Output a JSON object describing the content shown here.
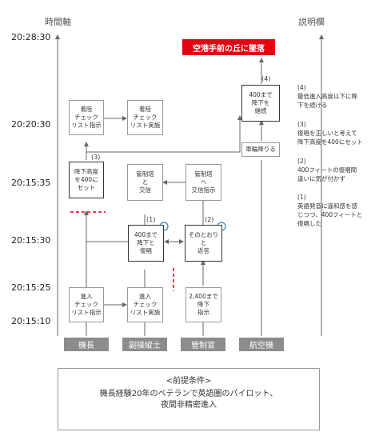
{
  "axis_left_title": "時間軸",
  "axis_right_title": "説明欄",
  "times": [
    "20:28:30",
    "20:20:30",
    "20:15:35",
    "20:15:30",
    "20:15:25",
    "20:15:10"
  ],
  "crash_banner": "空港手前の丘に墜落",
  "actors": [
    "機長",
    "副操縦士",
    "管制官",
    "航空機"
  ],
  "boxes": {
    "landing_checklist_order": "着陸\nチェック\nリスト指示",
    "landing_checklist_exec": "着陸\nチェック\nリスト実施",
    "descend_to_400": "降下高度\nを400に\nセット",
    "tower_contact": "管制塔\nと\n交信",
    "tower_instruction": "管制塔\nへ\n交信指示",
    "readback_400": "400まで\n降下と\n復唱",
    "reply_as_is": "そのとおり\nと\n返答",
    "approach_checklist_order": "進入\nチェック\nリスト指示",
    "approach_checklist_exec": "進入\nチェック\nリスト実施",
    "descend_2400": "2,400まで\n降下\n指示",
    "continue_400": "400まで\n降下を\n継続",
    "gear_down": "車輪降りる"
  },
  "steps": [
    "(1)",
    "(2)",
    "(3)",
    "(4)"
  ],
  "notes": [
    {
      "num": "(4)",
      "text": "最低進入高度以下に降\n下を続ける"
    },
    {
      "num": "(3)",
      "text": "復唱を正しいと考えて\n降下高度を400にセット"
    },
    {
      "num": "(2)",
      "text": "400フィートの復唱間\n違いに気が付かず"
    },
    {
      "num": "(1)",
      "text": "英語発音に違和感を感\nじつつ、400フィートと\n復唱した"
    }
  ],
  "premise": {
    "title": "<前提条件>",
    "body": "機長経験20年のベテランで英語圏のパイロット、\n夜間非精密進入"
  },
  "colors": {
    "accent": "#e60012",
    "marker": "#3a86c8",
    "actor_bg": "#8c8c8c"
  }
}
